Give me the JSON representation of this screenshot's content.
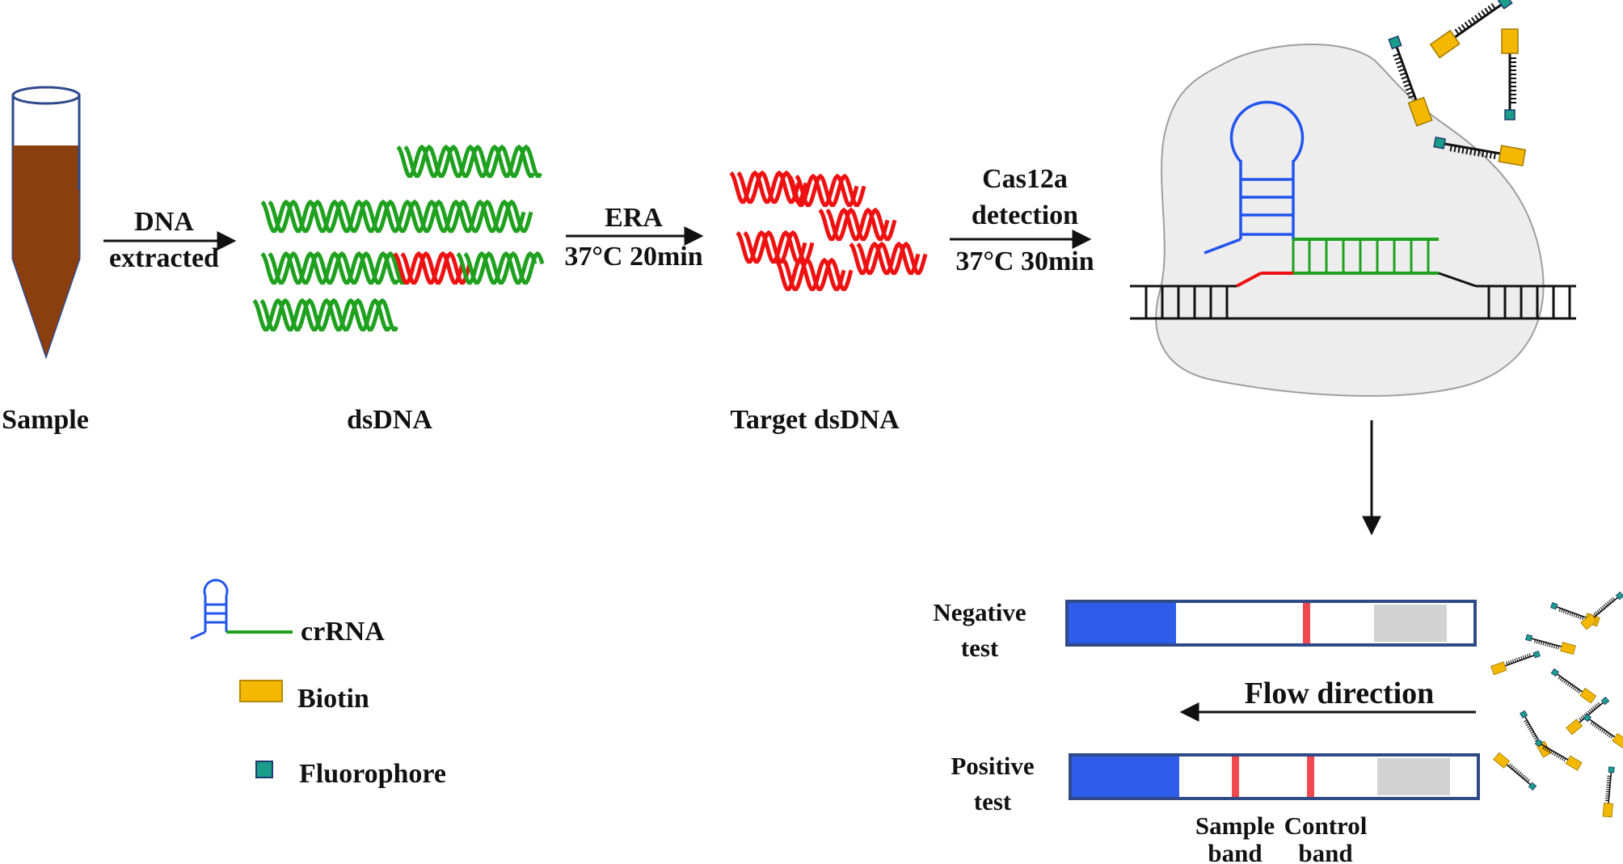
{
  "steps": {
    "sample_label": "Sample",
    "dsdna_label": "dsDNA",
    "target_label": "Target dsDNA",
    "arrow1": {
      "line1": "DNA",
      "line2": "extracted"
    },
    "arrow2": {
      "line1": "ERA",
      "line2": "37°C 20min"
    },
    "arrow3": {
      "line1": "Cas12a",
      "line2": "detection",
      "line3": "37°C 30min"
    }
  },
  "legend": {
    "crrna": "crRNA",
    "biotin": "Biotin",
    "fluorophore": "Fluorophore"
  },
  "strips": {
    "negative": {
      "line1": "Negative",
      "line2": "test"
    },
    "positive": {
      "line1": "Positive",
      "line2": "test"
    },
    "flow_label": "Flow direction",
    "sample_band": {
      "line1": "Sample",
      "line2": "band"
    },
    "control_band": {
      "line1": "Control",
      "line2": "band"
    }
  },
  "colors": {
    "tube_fill": "#8B3F0E",
    "tube_outline": "#2E4A8C",
    "dna_green": "#1FA11F",
    "dna_red": "#EE1111",
    "crrna_blue": "#2255EE",
    "biotin_yellow": "#F5B800",
    "fluorophore_teal": "#1A9E8A",
    "strip_blue": "#2F5CE8",
    "strip_outline": "#2F4A86",
    "band_red": "#F0494F",
    "pad_gray": "#D3D3D3",
    "cas_blob": "#EDEDED"
  }
}
